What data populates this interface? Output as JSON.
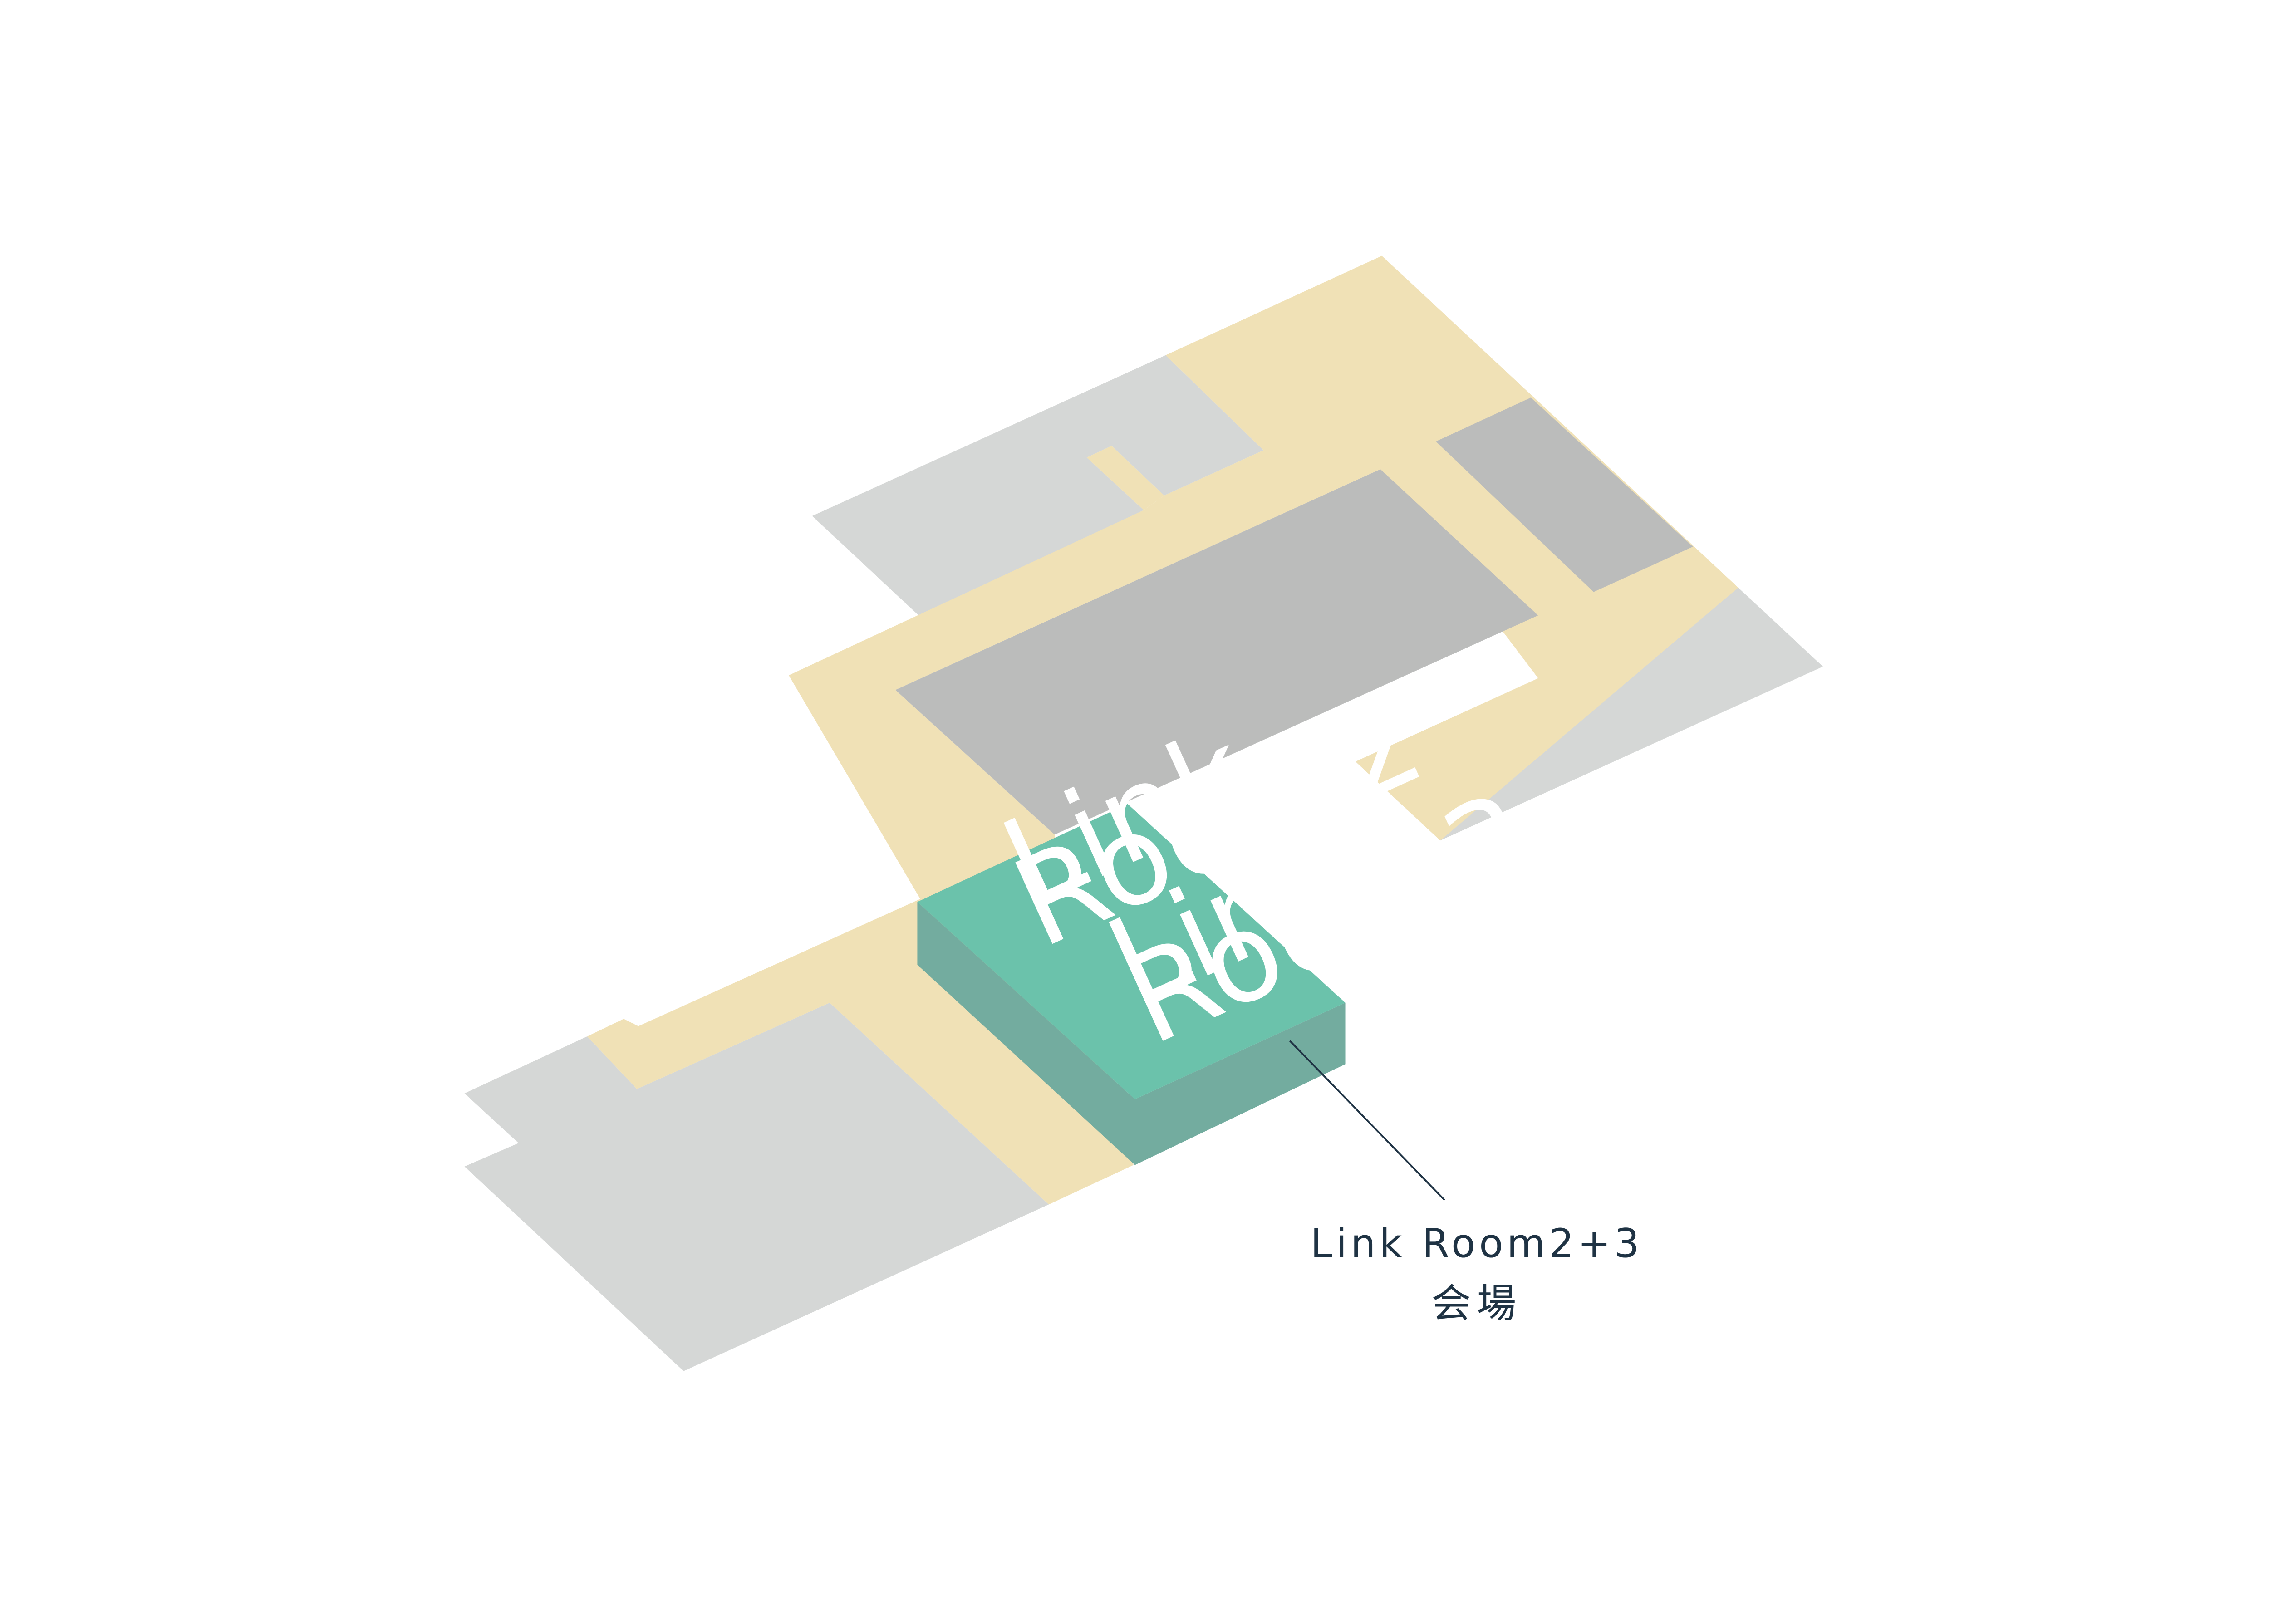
{
  "colors": {
    "background": "#ffffff",
    "corridor": "#f0e1b6",
    "room_light_gray": "#d5d7d6",
    "room_dark_gray": "#bbbcbb",
    "venue_top": "#6bc2ab",
    "venue_side": "#73ac9f",
    "callout_line": "#1f3344",
    "label_white": "#ffffff"
  },
  "map": {
    "venue": {
      "room2_label_line1": "Link",
      "room2_label_line2": "Room2",
      "room3_label_line1": "Link",
      "room3_label_line2": "Room3"
    },
    "callout": {
      "line1": "Link Room2+3",
      "line2": "会場"
    }
  }
}
